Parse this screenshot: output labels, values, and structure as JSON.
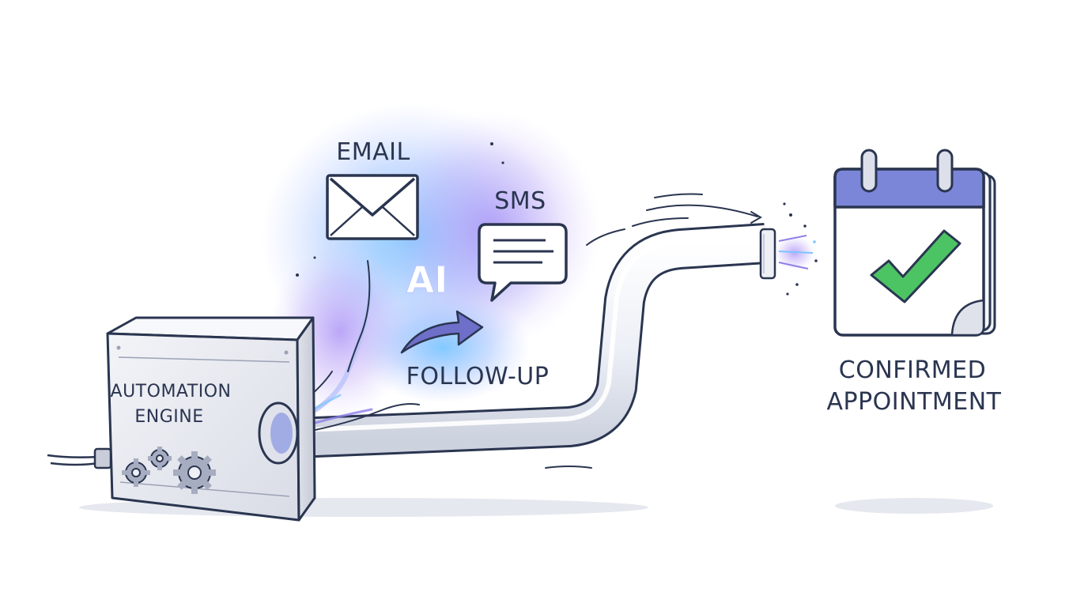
{
  "engine": {
    "label_line1": "AUTOMATION",
    "label_line2": "ENGINE"
  },
  "channels": {
    "email": "EMAIL",
    "sms": "SMS",
    "ai": "AI",
    "follow_up": "FOLLOW-UP"
  },
  "result": {
    "label_line1": "CONFIRMED",
    "label_line2": "APPOINTMENT"
  },
  "icons": {
    "engine": "machine-box-icon",
    "gears": "gear-icon",
    "email": "envelope-icon",
    "sms": "chat-bubble-icon",
    "follow_up": "curved-arrow-icon",
    "result": "calendar-check-icon"
  },
  "colors": {
    "ink": "#2a3550",
    "glow_blue": "#7cc4ff",
    "glow_purple": "#a98cf5",
    "calendar_header": "#7b86d9",
    "check_green": "#4cc464"
  }
}
